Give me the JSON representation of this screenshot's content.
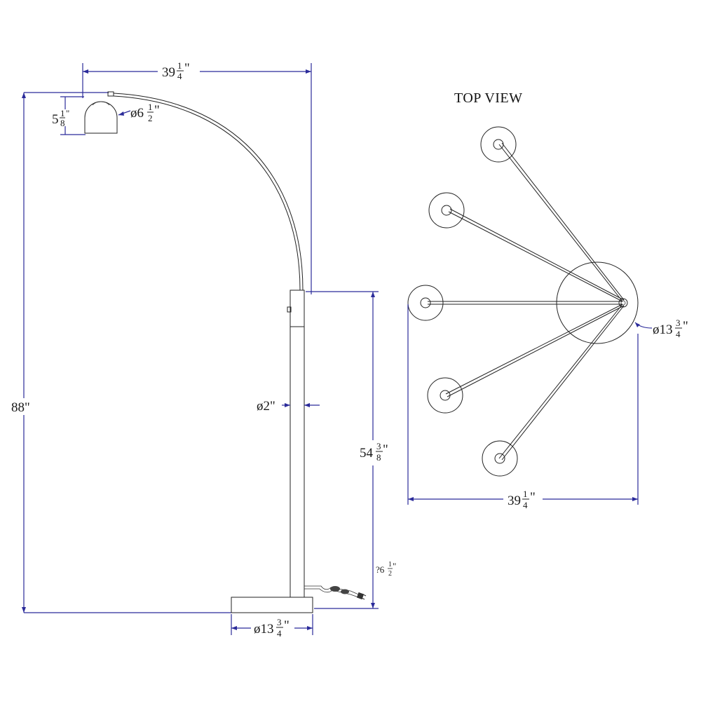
{
  "side_view": {
    "overall_width": {
      "whole": "39",
      "num": "1",
      "den": "4",
      "suffix": "\""
    },
    "shade_height": {
      "whole": "5",
      "num": "1",
      "den": "8",
      "suffix": "\""
    },
    "shade_diameter": {
      "prefix": "ø6",
      "num": "1",
      "den": "2",
      "suffix": "\""
    },
    "overall_height": "88\"",
    "pole_diameter": "ø2\"",
    "pole_height": {
      "whole": "54",
      "num": "3",
      "den": "8",
      "suffix": "\""
    },
    "base_height": {
      "prefix": "?6",
      "num": "1",
      "den": "2",
      "suffix": "\""
    },
    "base_diameter": {
      "prefix": "ø13",
      "num": "3",
      "den": "4",
      "suffix": "\""
    }
  },
  "top_view": {
    "title": "TOP VIEW",
    "base_diameter": {
      "prefix": "ø13",
      "num": "3",
      "den": "4",
      "suffix": "\""
    },
    "overall_width": {
      "whole": "39",
      "num": "1",
      "den": "4",
      "suffix": "\""
    }
  }
}
